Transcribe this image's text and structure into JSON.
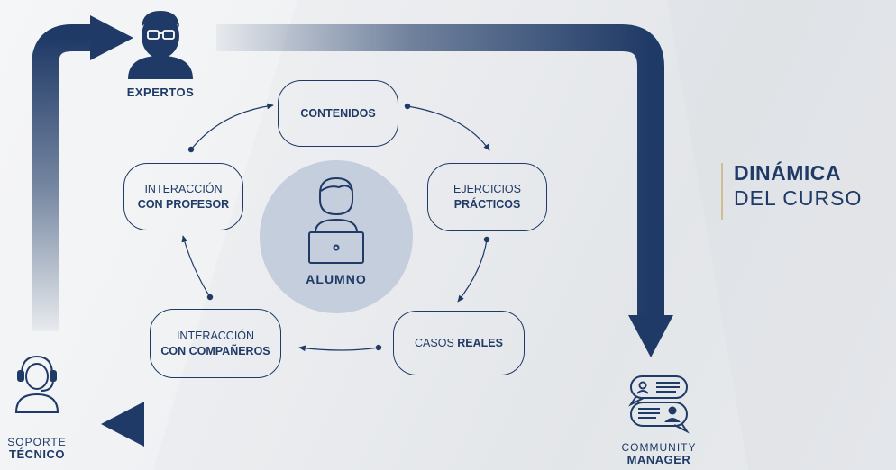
{
  "colors": {
    "navy": "#1f3a66",
    "circle_fill": "#c4cedc",
    "bg_light": "#eceef1"
  },
  "title": {
    "line1": "DINÁMICA",
    "line2": "DEL CURSO"
  },
  "roles": {
    "expertos": "EXPERTOS",
    "soporte_line1": "SOPORTE",
    "soporte_line2": "TÉCNICO",
    "community_line1": "COMMUNITY",
    "community_line2": "MANAGER"
  },
  "center": {
    "label": "ALUMNO",
    "icon": "student-laptop-icon"
  },
  "nodes": {
    "contenidos": "CONTENIDOS",
    "ejercicios_line1": "EJERCICIOS",
    "ejercicios_line2": "PRÁCTICOS",
    "casos_part1": "CASOS ",
    "casos_part2": "REALES",
    "companeros_line1": "INTERACCIÓN",
    "companeros_line2": "CON COMPAÑEROS",
    "profesor_line1": "INTERACCIÓN",
    "profesor_line2": "CON PROFESOR"
  },
  "icons": {
    "expertos": "expert-with-glasses-icon",
    "soporte": "headset-support-icon",
    "community": "chat-bubbles-users-icon"
  }
}
